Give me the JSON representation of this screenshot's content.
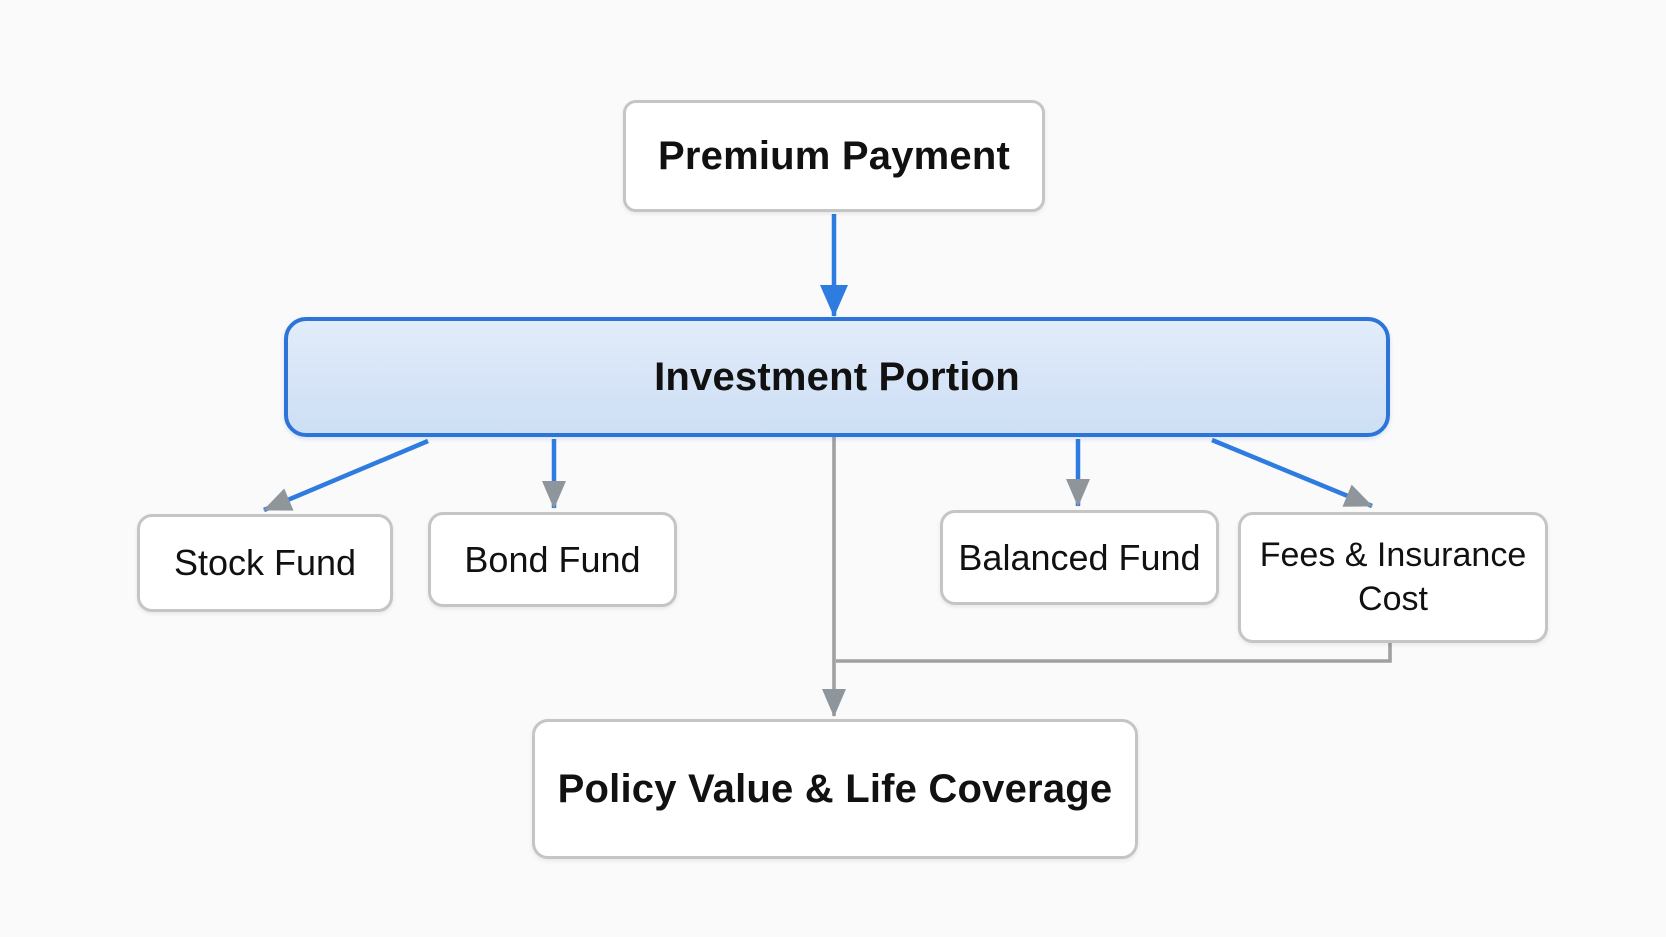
{
  "diagram": {
    "nodes": {
      "premium": {
        "label": "Premium Payment",
        "emphasis": "bold"
      },
      "investment": {
        "label": "Investment Portion",
        "emphasis": "bold"
      },
      "stock": {
        "label": "Stock Fund",
        "emphasis": "regular"
      },
      "bond": {
        "label": "Bond Fund",
        "emphasis": "regular"
      },
      "balanced": {
        "label": "Balanced Fund",
        "emphasis": "regular"
      },
      "fees": {
        "label": "Fees & Insurance Cost",
        "emphasis": "regular"
      },
      "policy": {
        "label": "Policy Value & Life Coverage",
        "emphasis": "bold"
      }
    },
    "connections": [
      {
        "from": "premium",
        "to": "investment",
        "style": "blue-line-blue-arrow"
      },
      {
        "from": "investment",
        "to": "stock",
        "style": "blue-line-gray-arrow"
      },
      {
        "from": "investment",
        "to": "bond",
        "style": "blue-line-gray-arrow"
      },
      {
        "from": "investment",
        "to": "balanced",
        "style": "blue-line-gray-arrow"
      },
      {
        "from": "investment",
        "to": "fees",
        "style": "blue-line-gray-arrow"
      },
      {
        "from": "investment",
        "to": "policy",
        "style": "gray-line-gray-arrow"
      },
      {
        "from": "fees",
        "to": "policy-connector-junction",
        "style": "gray-elbow-no-arrow"
      }
    ],
    "colors": {
      "accent_blue": "#2e7ce0",
      "connector_gray": "#a0a0a0",
      "arrowhead_gray": "#8f969b",
      "node_border": "#c5c5c5",
      "node_bg": "#ffffff",
      "investment_border": "#2d74d9",
      "investment_fill_top": "#e2ecfa",
      "investment_fill_bottom": "#cddff4",
      "text_color": "#111111",
      "background": "#fafafa"
    }
  }
}
